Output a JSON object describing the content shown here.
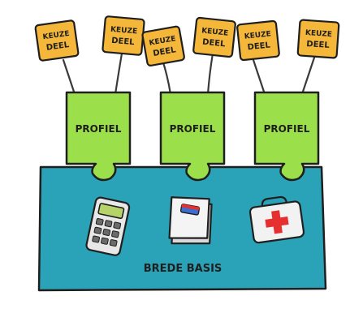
{
  "signs": [
    {
      "line1": "KEUZE",
      "line2": "DEEL"
    },
    {
      "line1": "KEUZE",
      "line2": "DEEL"
    },
    {
      "line1": "KEUZE",
      "line2": "DEEL"
    },
    {
      "line1": "KEUZE",
      "line2": "DEEL"
    },
    {
      "line1": "KEUZE",
      "line2": "DEEL"
    },
    {
      "line1": "KEUZE",
      "line2": "DEEL"
    }
  ],
  "profiles": [
    {
      "label": "PROFIEL"
    },
    {
      "label": "PROFIEL"
    },
    {
      "label": "PROFIEL"
    }
  ],
  "base": {
    "label": "BREDE BASIS",
    "icons": [
      "calculator-icon",
      "book-icon",
      "first-aid-kit-icon"
    ]
  },
  "colors": {
    "sign": "#f5b73a",
    "profile": "#9be04a",
    "base": "#2aa3b8",
    "outline": "#1f1f1f",
    "red_cross": "#e63030"
  }
}
